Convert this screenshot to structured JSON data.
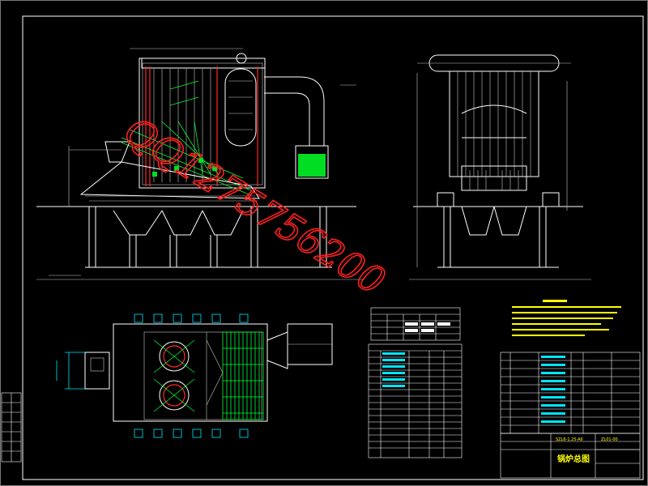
{
  "drawing": {
    "watermark_text": "QQ1275756200",
    "sheet_title": "锅炉总图",
    "drawing_code": "SZL6-1.25-AII",
    "sheet_number": "ZL01-00",
    "colors": {
      "background": "#000000",
      "linework": "#ffffff",
      "tubes": "#00ff33",
      "watermark": "#ff2020",
      "table_text": "#ffff00",
      "dimensions": "#00e5ff"
    }
  }
}
